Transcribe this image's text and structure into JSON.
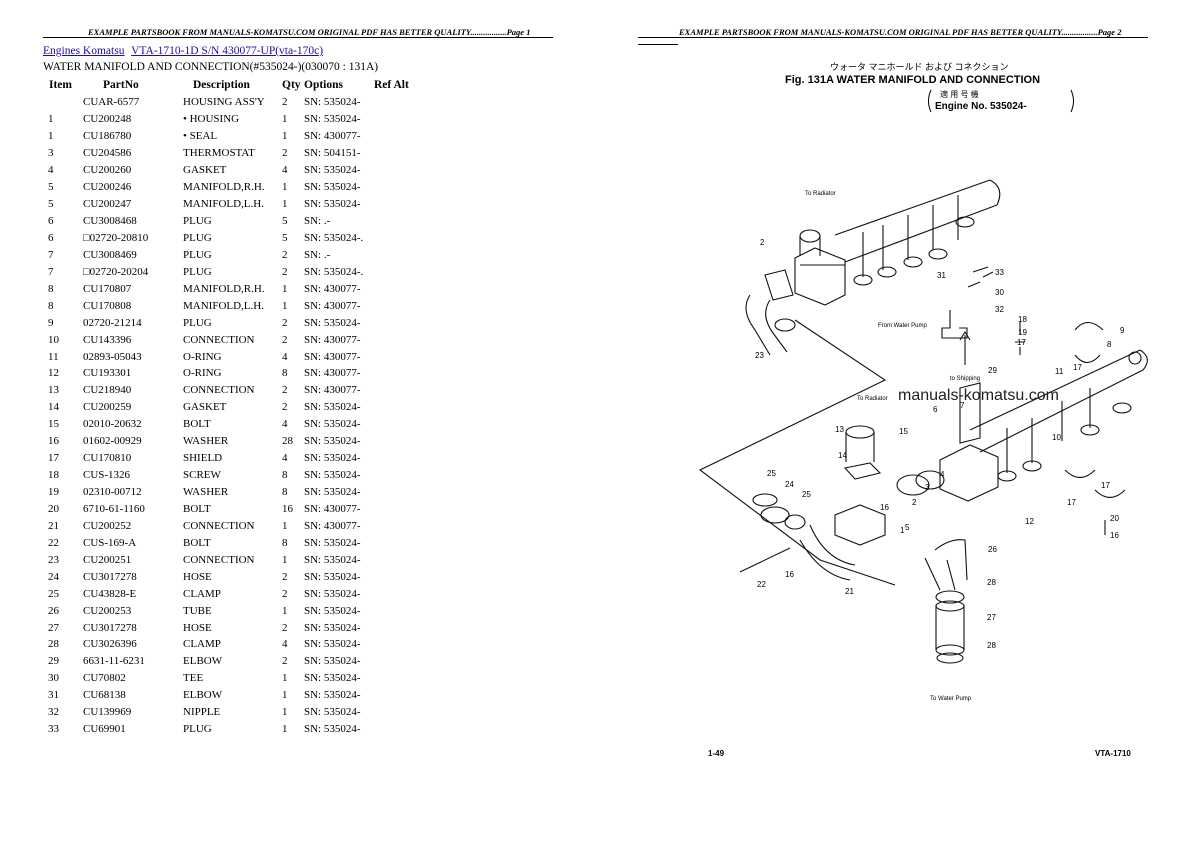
{
  "header": {
    "page1": "EXAMPLE PARTSBOOK FROM MANUALS-KOMATSU.COM ORIGINAL PDF HAS BETTER QUALITY.................Page 1",
    "page2": "EXAMPLE PARTSBOOK FROM MANUALS-KOMATSU.COM ORIGINAL PDF HAS BETTER QUALITY.................Page 2"
  },
  "breadcrumb": {
    "link1": "Engines Komatsu",
    "link2": "VTA-1710-1D S/N 430077-UP(vta-170c)"
  },
  "subtitle": "WATER MANIFOLD AND CONNECTION(#535024-)(030070 : 131A)",
  "columns": [
    "Item",
    "PartNo",
    "Description",
    "Qty",
    "Options",
    "Ref Alt"
  ],
  "rows": [
    {
      "item": "",
      "part": "CUAR-6577",
      "desc": "HOUSING ASS'Y",
      "qty": "2",
      "opt": "SN: 535024-",
      "ref": ""
    },
    {
      "item": "1",
      "part": "CU200248",
      "desc": "• HOUSING",
      "qty": "1",
      "opt": "SN: 535024-",
      "ref": ""
    },
    {
      "item": "1",
      "part": "CU186780",
      "desc": "• SEAL",
      "qty": "1",
      "opt": "SN: 430077-",
      "ref": ""
    },
    {
      "item": "3",
      "part": "CU204586",
      "desc": "THERMOSTAT",
      "qty": "2",
      "opt": "SN: 504151-",
      "ref": ""
    },
    {
      "item": "4",
      "part": "CU200260",
      "desc": "GASKET",
      "qty": "4",
      "opt": "SN: 535024-",
      "ref": ""
    },
    {
      "item": "5",
      "part": "CU200246",
      "desc": "MANIFOLD,R.H.",
      "qty": "1",
      "opt": "SN: 535024-",
      "ref": ""
    },
    {
      "item": "5",
      "part": "CU200247",
      "desc": "MANIFOLD,L.H.",
      "qty": "1",
      "opt": "SN: 535024-",
      "ref": ""
    },
    {
      "item": "6",
      "part": "CU3008468",
      "desc": "PLUG",
      "qty": "5",
      "opt": "SN: .-",
      "ref": ""
    },
    {
      "item": "6",
      "part": "□02720-20810",
      "desc": "PLUG",
      "qty": "5",
      "opt": "SN: 535024-.",
      "ref": ""
    },
    {
      "item": "7",
      "part": "CU3008469",
      "desc": "PLUG",
      "qty": "2",
      "opt": "SN: .-",
      "ref": ""
    },
    {
      "item": "7",
      "part": "□02720-20204",
      "desc": "PLUG",
      "qty": "2",
      "opt": "SN: 535024-.",
      "ref": ""
    },
    {
      "item": "8",
      "part": "CU170807",
      "desc": "MANIFOLD,R.H.",
      "qty": "1",
      "opt": "SN: 430077-",
      "ref": ""
    },
    {
      "item": "8",
      "part": "CU170808",
      "desc": "MANIFOLD,L.H.",
      "qty": "1",
      "opt": "SN: 430077-",
      "ref": ""
    },
    {
      "item": "9",
      "part": "02720-21214",
      "desc": "PLUG",
      "qty": "2",
      "opt": "SN: 535024-",
      "ref": ""
    },
    {
      "item": "10",
      "part": "CU143396",
      "desc": "CONNECTION",
      "qty": "2",
      "opt": "SN: 430077-",
      "ref": ""
    },
    {
      "item": "11",
      "part": "02893-05043",
      "desc": "O-RING",
      "qty": "4",
      "opt": "SN: 430077-",
      "ref": ""
    },
    {
      "item": "12",
      "part": "CU193301",
      "desc": "O-RING",
      "qty": "8",
      "opt": "SN: 430077-",
      "ref": ""
    },
    {
      "item": "13",
      "part": "CU218940",
      "desc": "CONNECTION",
      "qty": "2",
      "opt": "SN: 430077-",
      "ref": ""
    },
    {
      "item": "14",
      "part": "CU200259",
      "desc": "GASKET",
      "qty": "2",
      "opt": "SN: 535024-",
      "ref": ""
    },
    {
      "item": "15",
      "part": "02010-20632",
      "desc": "BOLT",
      "qty": "4",
      "opt": "SN: 535024-",
      "ref": ""
    },
    {
      "item": "16",
      "part": "01602-00929",
      "desc": "WASHER",
      "qty": "28",
      "opt": "SN: 535024-",
      "ref": ""
    },
    {
      "item": "17",
      "part": "CU170810",
      "desc": "SHIELD",
      "qty": "4",
      "opt": "SN: 535024-",
      "ref": ""
    },
    {
      "item": "18",
      "part": "CUS-1326",
      "desc": "SCREW",
      "qty": "8",
      "opt": "SN: 535024-",
      "ref": ""
    },
    {
      "item": "19",
      "part": "02310-00712",
      "desc": "WASHER",
      "qty": "8",
      "opt": "SN: 535024-",
      "ref": ""
    },
    {
      "item": "20",
      "part": "6710-61-1160",
      "desc": "BOLT",
      "qty": "16",
      "opt": "SN: 430077-",
      "ref": ""
    },
    {
      "item": "21",
      "part": "CU200252",
      "desc": "CONNECTION",
      "qty": "1",
      "opt": "SN: 430077-",
      "ref": ""
    },
    {
      "item": "22",
      "part": "CUS-169-A",
      "desc": "BOLT",
      "qty": "8",
      "opt": "SN: 535024-",
      "ref": ""
    },
    {
      "item": "23",
      "part": "CU200251",
      "desc": "CONNECTION",
      "qty": "1",
      "opt": "SN: 535024-",
      "ref": ""
    },
    {
      "item": "24",
      "part": "CU3017278",
      "desc": "HOSE",
      "qty": "2",
      "opt": "SN: 535024-",
      "ref": ""
    },
    {
      "item": "25",
      "part": "CU43828-E",
      "desc": "CLAMP",
      "qty": "2",
      "opt": "SN: 535024-",
      "ref": ""
    },
    {
      "item": "26",
      "part": "CU200253",
      "desc": "TUBE",
      "qty": "1",
      "opt": "SN: 535024-",
      "ref": ""
    },
    {
      "item": "27",
      "part": "CU3017278",
      "desc": "HOSE",
      "qty": "2",
      "opt": "SN: 535024-",
      "ref": ""
    },
    {
      "item": "28",
      "part": "CU3026396",
      "desc": "CLAMP",
      "qty": "4",
      "opt": "SN: 535024-",
      "ref": ""
    },
    {
      "item": "29",
      "part": "6631-11-6231",
      "desc": "ELBOW",
      "qty": "2",
      "opt": "SN: 535024-",
      "ref": ""
    },
    {
      "item": "30",
      "part": "CU70802",
      "desc": "TEE",
      "qty": "1",
      "opt": "SN: 535024-",
      "ref": ""
    },
    {
      "item": "31",
      "part": "CU68138",
      "desc": "ELBOW",
      "qty": "1",
      "opt": "SN: 535024-",
      "ref": ""
    },
    {
      "item": "32",
      "part": "CU139969",
      "desc": "NIPPLE",
      "qty": "1",
      "opt": "SN: 535024-",
      "ref": ""
    },
    {
      "item": "33",
      "part": "CU69901",
      "desc": "PLUG",
      "qty": "1",
      "opt": "SN: 535024-",
      "ref": ""
    }
  ],
  "figure": {
    "jp_title": "ウォータ マニホールド および コネクション",
    "title": "Fig. 131A   WATER MANIFOLD AND CONNECTION",
    "jp_engine": "適 用 号 機",
    "engine": "Engine No. 535024-",
    "lbl_radiator_top": "To Radiator",
    "lbl_radiator_mid": "To Radiator",
    "lbl_from_pump": "From Water Pump",
    "lbl_to_shipping": "to Shipping",
    "lbl_to_pump": "To Water Pump",
    "watermark": "manuals-komatsu.com",
    "page_num": "1-49",
    "model": "VTA-1710",
    "callouts": [
      "2",
      "23",
      "31",
      "33",
      "30",
      "32",
      "18",
      "19",
      "17",
      "9",
      "8",
      "17",
      "11",
      "29",
      "10",
      "6",
      "7",
      "13",
      "14",
      "15",
      "16",
      "5",
      "4",
      "3",
      "2",
      "1",
      "12",
      "25",
      "24",
      "25",
      "21",
      "22",
      "16",
      "26",
      "28",
      "27",
      "28",
      "20",
      "16",
      "17",
      "17"
    ]
  },
  "colors": {
    "link": "#1a0dab",
    "text": "#000000"
  }
}
